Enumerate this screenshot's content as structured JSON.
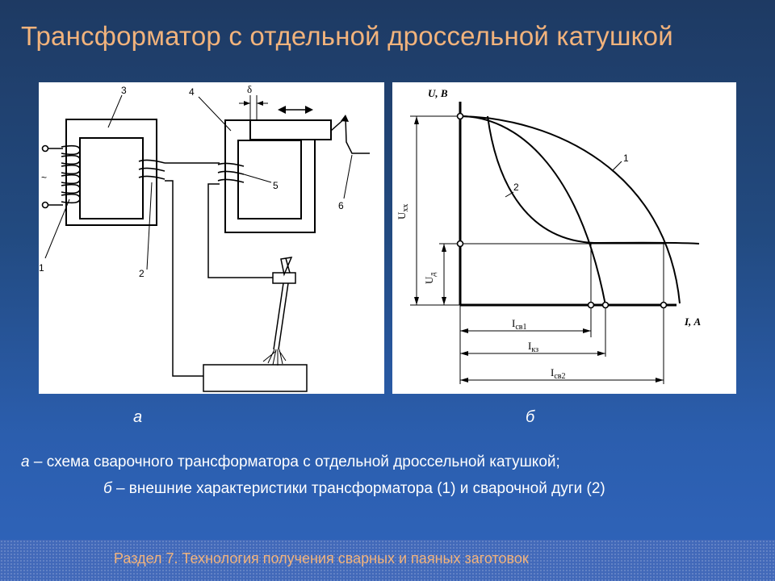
{
  "slide": {
    "title": "Трансформатор с отдельной дроссельной катушкой",
    "footer": "Раздел 7. Технология получения сварных и паяных заготовок"
  },
  "figure_a": {
    "sublabel": "а",
    "labels": {
      "n1": "1",
      "n2": "2",
      "n3": "3",
      "n4": "4",
      "n5": "5",
      "n6": "6",
      "delta": "δ",
      "tilde": "~"
    }
  },
  "figure_b": {
    "sublabel": "б",
    "y_axis": "U, В",
    "x_axis": "I, А",
    "curve_1": "1",
    "curve_2": "2",
    "u_xx": {
      "main": "U",
      "sub": "хх"
    },
    "u_d": {
      "main": "U",
      "sub": "д"
    },
    "i_sv1": {
      "main": "I",
      "sub": "св1"
    },
    "i_kz": {
      "main": "I",
      "sub": "кз"
    },
    "i_sv2": {
      "main": "I",
      "sub": "св2"
    }
  },
  "caption": {
    "line1_letter": "а",
    "line1_text": " – схема сварочного трансформатора с отдельной дроссельной катушкой;",
    "line2_letter": "б",
    "line2_text": " – внешние характеристики трансформатора (1) и сварочной дуги (2)"
  },
  "colors": {
    "title": "#f2b37c",
    "footer_text": "#f2b37c",
    "background_top": "#1e3a63",
    "background_bottom": "#3064bb",
    "footer_bar": "#4269b9"
  }
}
